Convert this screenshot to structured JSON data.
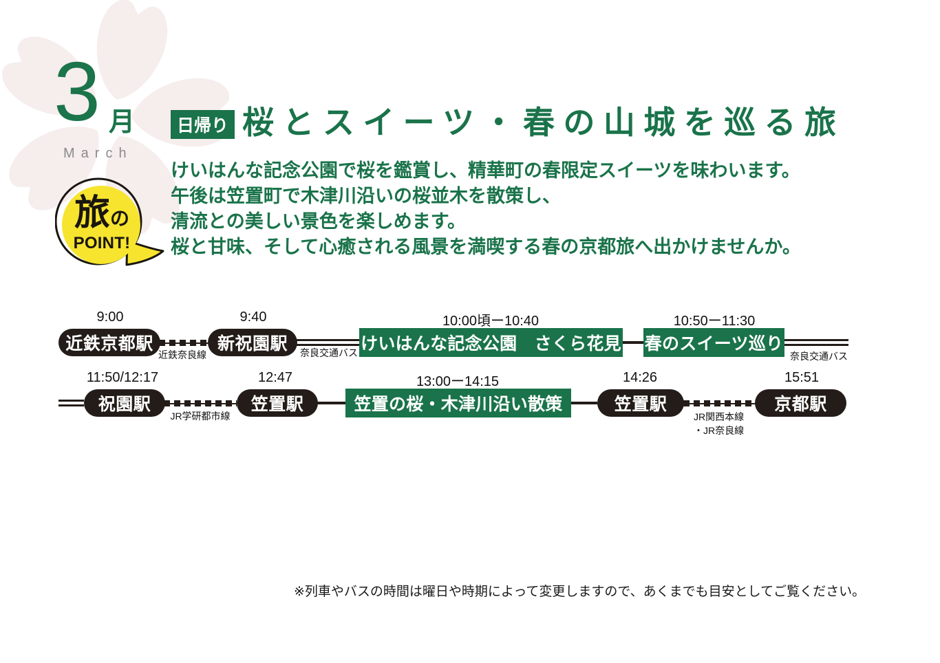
{
  "month": {
    "number": "3",
    "unit": "月",
    "name": "March"
  },
  "point_badge": {
    "big": "旅",
    "small": "の",
    "line2": "POINT!"
  },
  "header": {
    "day_trip_label": "日帰り",
    "title": "桜とスイーツ・春の山城を巡る旅"
  },
  "description": {
    "line1": "けいはんな記念公園で桜を鑑賞し、精華町の春限定スイーツを味わいます。",
    "line2": "午後は笠置町で木津川沿いの桜並木を散策し、",
    "line3": "清流との美しい景色を楽しめます。",
    "line4": "桜と甘味、そして心癒される風景を満喫する春の京都旅へ出かけませんか。"
  },
  "timeline": {
    "row1": {
      "time_kintetsu_kyoto": "9:00",
      "station_kintetsu_kyoto": "近鉄京都駅",
      "line_kintetsu_nara": "近鉄奈良線",
      "time_shin_hosono": "9:40",
      "station_shin_hosono": "新祝園駅",
      "bus_nara_kotsu": "奈良交通バス",
      "time_keihanna": "10:00頃ー10:40",
      "activity_keihanna": "けいはんな記念公園　さくら花見",
      "time_sweets": "10:50ー11:30",
      "activity_sweets": "春のスイーツ巡り",
      "bus_nara_kotsu_2": "奈良交通バス"
    },
    "row2": {
      "time_hosono": "11:50/12:17",
      "station_hosono": "祝園駅",
      "line_jr_gakken": "JR学研都市線",
      "time_kasagi_arrive": "12:47",
      "station_kasagi": "笠置駅",
      "time_kasagi_walk": "13:00ー14:15",
      "activity_kasagi": "笠置の桜・木津川沿い散策",
      "time_kasagi_depart": "14:26",
      "station_kasagi_2": "笠置駅",
      "line_jr_kansai": "JR関西本線",
      "line_jr_nara": "・JR奈良線",
      "time_kyoto_arrive": "15:51",
      "station_kyoto": "京都駅"
    }
  },
  "footnote": "※列車やバスの時間は曜日や時期によって変更しますので、あくまでも目安としてご覧ください。",
  "colors": {
    "green": "#1a734a",
    "pill_black": "#231c18",
    "badge_yellow": "#f6e42f",
    "sakura_pink": "#f6eded",
    "march_gray": "#8b8b8b"
  }
}
